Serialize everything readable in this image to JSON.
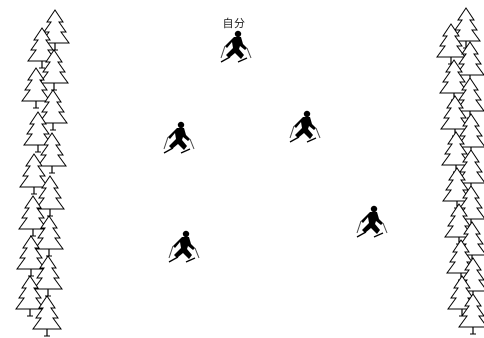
{
  "scene": {
    "player_label": "自分",
    "colors": {
      "background": "#ffffff",
      "skier": "#000000",
      "tree_outline": "#000000",
      "tree_fill": "#ffffff"
    },
    "icons": {
      "tree": "pine-tree-icon",
      "skier": "skier-icon"
    },
    "skiers": [
      {
        "name": "player-skier",
        "is_player": true
      },
      {
        "name": "skier-left-upper",
        "is_player": false
      },
      {
        "name": "skier-right-upper",
        "is_player": false
      },
      {
        "name": "skier-left-lower",
        "is_player": false
      },
      {
        "name": "skier-right-lower",
        "is_player": false
      }
    ]
  }
}
